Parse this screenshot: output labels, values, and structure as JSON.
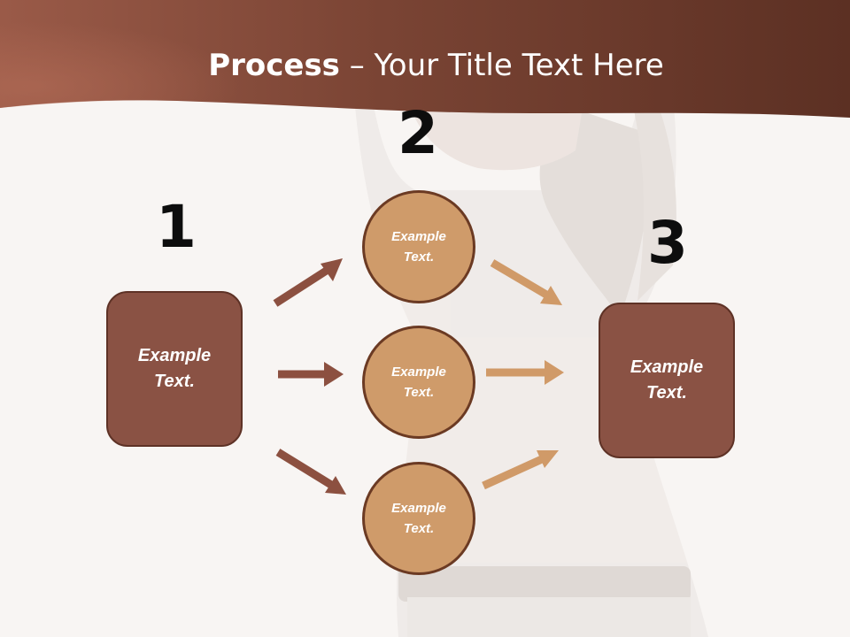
{
  "slide": {
    "title_bold": "Process",
    "title_rest": " – Your Title Text Here"
  },
  "steps": [
    {
      "number": "1",
      "text": "Example Text."
    },
    {
      "number": "2",
      "text": "Example Text."
    },
    {
      "number": "3",
      "text": "Example Text."
    }
  ],
  "circles": [
    {
      "text": "Example Text."
    },
    {
      "text": "Example Text."
    },
    {
      "text": "Example Text."
    }
  ],
  "colors": {
    "header": "#7a4434",
    "box_fill": "#8a5244",
    "circle_fill": "#cf9b6a",
    "arrow_left": "#8c5040",
    "arrow_right": "#d09a68"
  }
}
